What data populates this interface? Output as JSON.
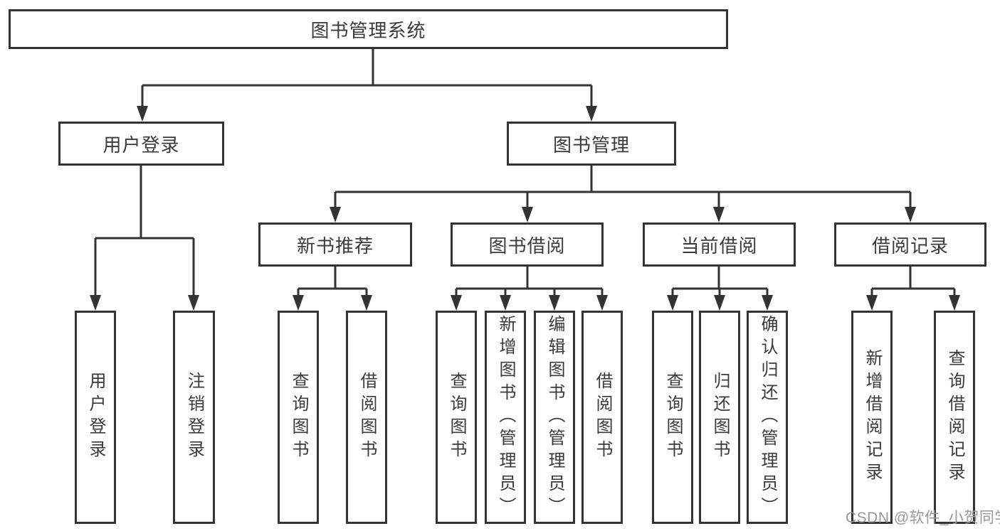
{
  "diagram": {
    "type": "tree",
    "root": "图书管理系统",
    "level2": {
      "user_login": "用户登录",
      "book_mgmt": "图书管理"
    },
    "level3": {
      "new_book_rec": "新书推荐",
      "book_borrow": "图书借阅",
      "current_borrow": "当前借阅",
      "borrow_record": "借阅记录"
    },
    "leaves": {
      "user_login": "用户登录",
      "logout": "注销登录",
      "rec_query_book": "查询图书",
      "rec_borrow_book": "借阅图书",
      "bb_query_book": "查询图书",
      "bb_add_book": "新增图书（管理员）",
      "bb_edit_book": "编辑图书（管理员）",
      "bb_borrow_book": "借阅图书",
      "cb_query_book": "查询图书",
      "cb_return_book": "归还图书",
      "cb_confirm_return": "确认归还（管理员）",
      "br_add_record": "新增借阅记录",
      "br_query_record": "查询借阅记录"
    }
  },
  "watermark": "CSDN @软件_小贺同学",
  "colors": {
    "line": "#333333",
    "box_border": "#333333",
    "text": "#3a3a3a",
    "watermark": "#97979b",
    "background": "#ffffff"
  }
}
